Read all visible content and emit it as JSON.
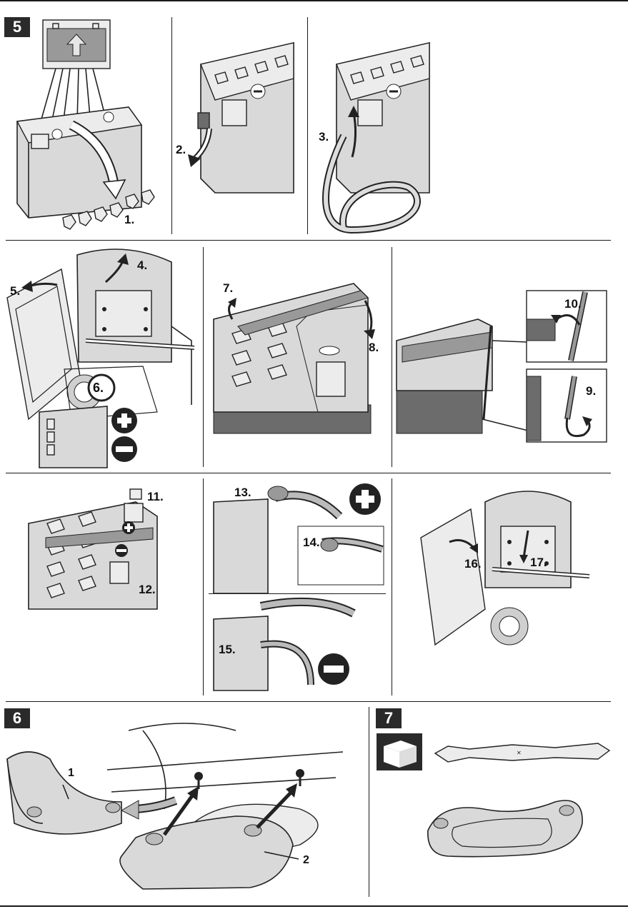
{
  "sections": {
    "s5": "5",
    "s6": "6",
    "s7": "7"
  },
  "steps": {
    "st1": "1.",
    "st2": "2.",
    "st3": "3.",
    "st4": "4.",
    "st5": "5.",
    "st6": "6.",
    "st7": "7.",
    "st8": "8.",
    "st9": "9.",
    "st10": "10.",
    "st11": "11.",
    "st12": "12.",
    "st13": "13.",
    "st14": "14.",
    "st15": "15.",
    "st16": "16.",
    "st17": "17."
  },
  "callouts": {
    "c1": "1",
    "c2": "2"
  },
  "colors": {
    "ink": "#1a1a1a",
    "panel_gray": "#d9d9d9",
    "dark_gray": "#6c6c6c"
  },
  "icons": [
    "battery-icon",
    "plus-icon",
    "minus-icon",
    "box-icon",
    "blade-icon",
    "arrow-icon"
  ]
}
